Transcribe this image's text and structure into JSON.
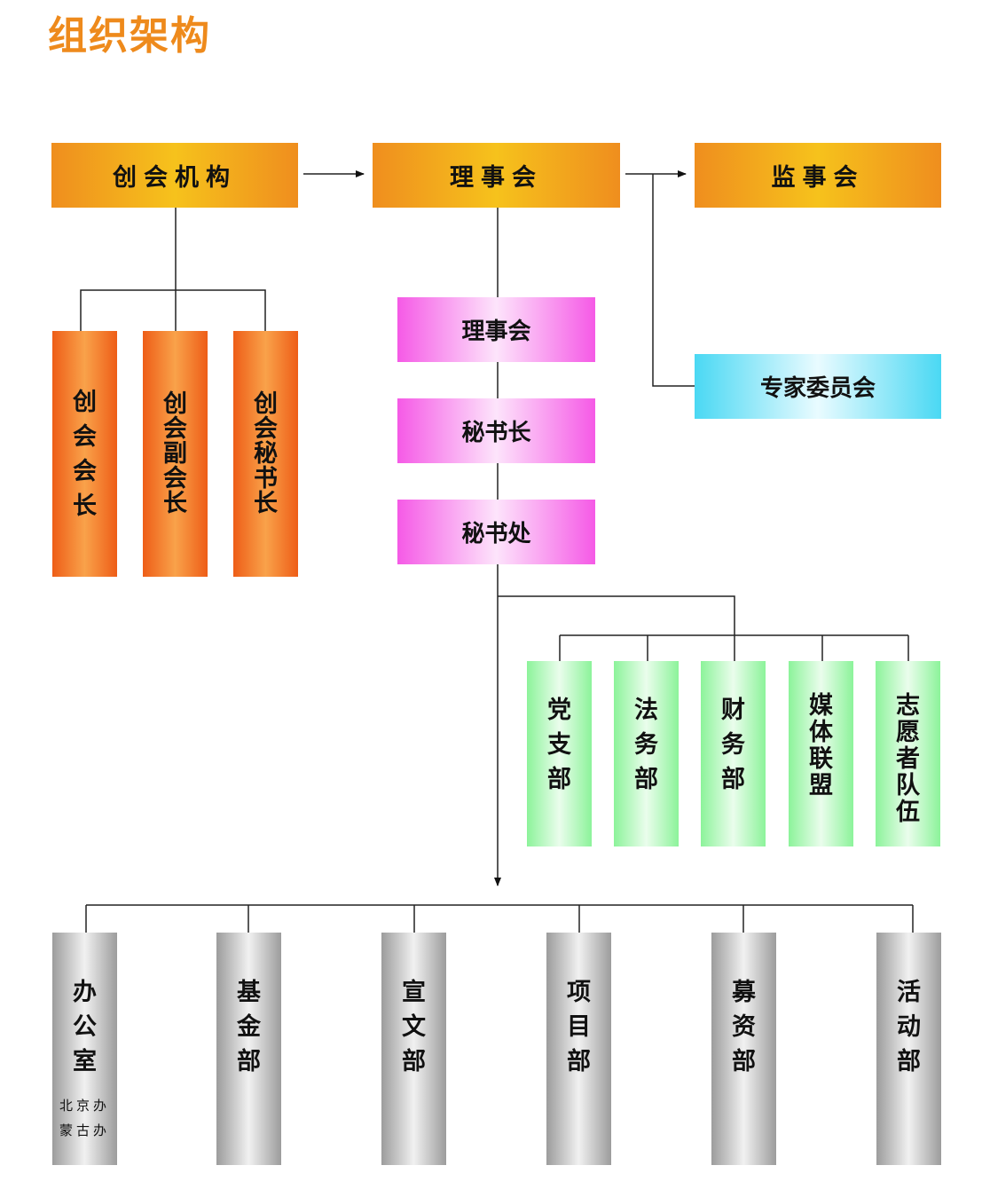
{
  "title": "组织架构",
  "top": {
    "founder": "创会机构",
    "council": "理事会",
    "supervisory": "监事会"
  },
  "founder_roles": [
    "创会会长",
    "创会副会长",
    "创会秘书长"
  ],
  "exec_chain": [
    "理事会",
    "秘书长",
    "秘书处"
  ],
  "expert_committee": "专家委员会",
  "green_depts": [
    "党支部",
    "法务部",
    "财务部",
    "媒体联盟",
    "志愿者队伍"
  ],
  "gray_depts": [
    "办公室",
    "基金部",
    "宣文部",
    "项目部",
    "募资部",
    "活动部"
  ],
  "office_branches": [
    "北京办",
    "蒙古办"
  ]
}
